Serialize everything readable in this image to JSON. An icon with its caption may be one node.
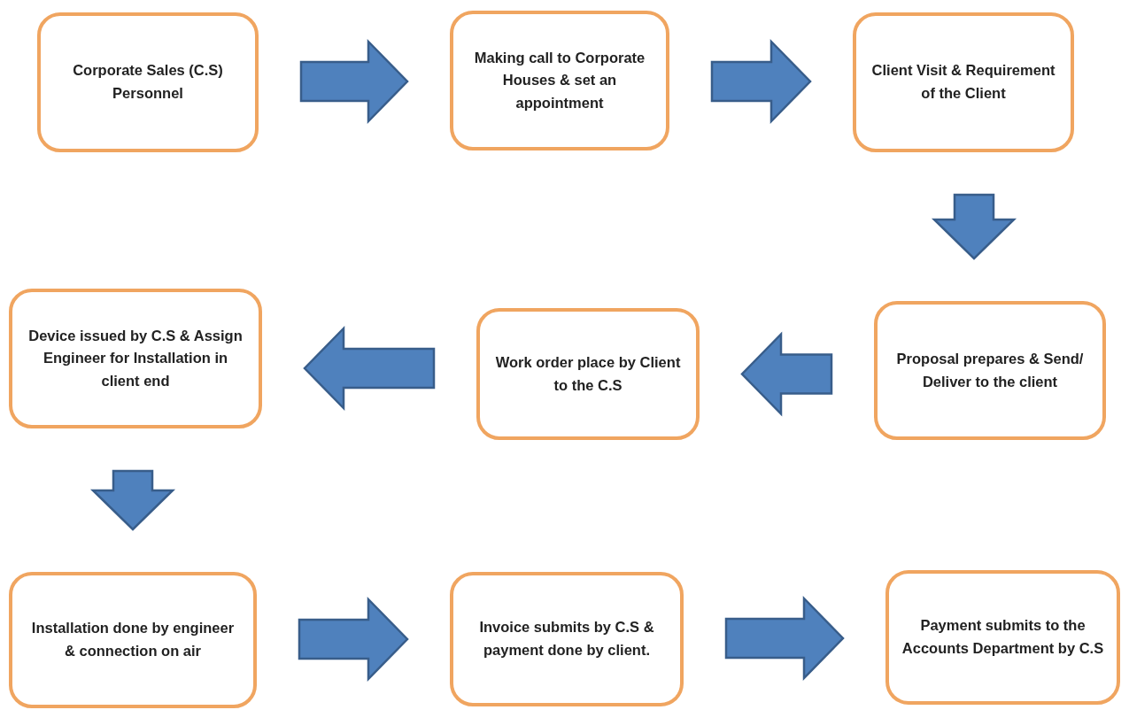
{
  "diagram": {
    "nodes": [
      {
        "text": [
          "Corporate Sales (C.S) Personnel"
        ]
      },
      {
        "text": [
          "Making call to Corporate Houses & set an appointment"
        ]
      },
      {
        "text": [
          "Client Visit & Requirement of the Client"
        ]
      },
      {
        "text": [
          "Proposal prepares & Send/ Deliver to the client"
        ]
      },
      {
        "text": [
          "Work order place by Client to the C.S"
        ]
      },
      {
        "text": [
          "Device issued by C.S & Assign Engineer for Installation in client end"
        ]
      },
      {
        "text": [
          "Installation done by engineer & connection on air"
        ]
      },
      {
        "text": [
          "Invoice submits by C.S & payment done by client."
        ]
      },
      {
        "text": [
          "Payment submits to the Accounts Department by C.S"
        ]
      }
    ],
    "edges": [
      {
        "from": 0,
        "to": 1,
        "arrow": "to"
      },
      {
        "from": 1,
        "to": 2,
        "arrow": "to"
      },
      {
        "from": 2,
        "to": 3,
        "arrow": "to"
      },
      {
        "from": 3,
        "to": 4,
        "arrow": "to"
      },
      {
        "from": 4,
        "to": 5,
        "arrow": "to"
      },
      {
        "from": 5,
        "to": 6,
        "arrow": "to"
      },
      {
        "from": 6,
        "to": 7,
        "arrow": "to"
      },
      {
        "from": 7,
        "to": 8,
        "arrow": "to"
      }
    ]
  }
}
